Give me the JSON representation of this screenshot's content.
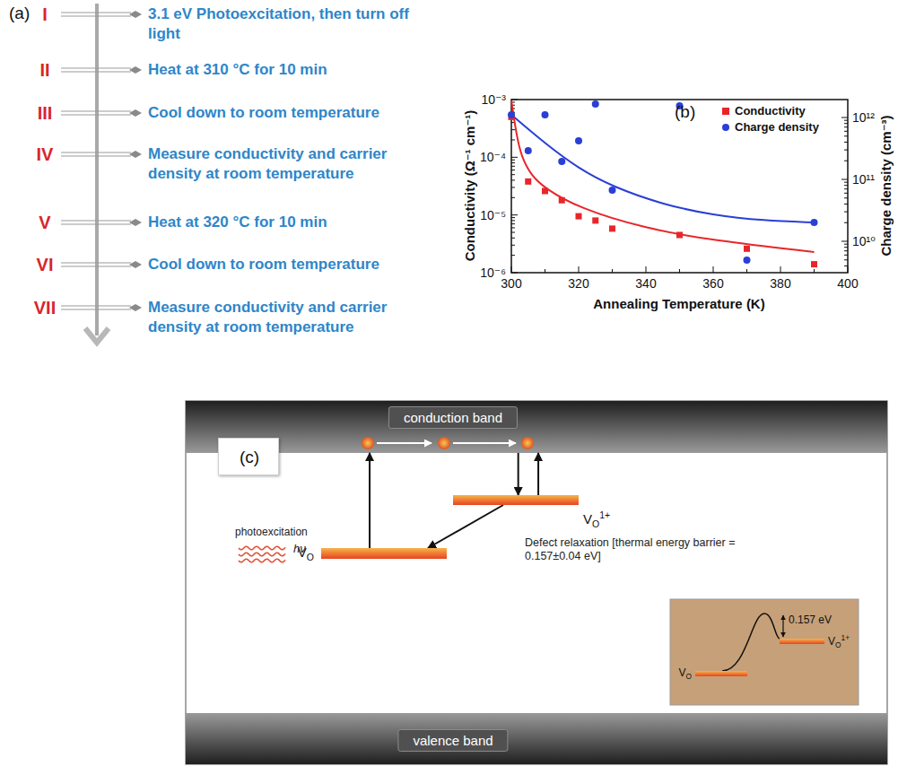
{
  "diagram": {
    "nodes": [
      {
        "text": [
          "(c)"
        ]
      },
      {
        "text": [
          "conduction band"
        ]
      },
      {
        "text": [
          "VO1+"
        ]
      },
      {
        "text": [
          "VO"
        ]
      },
      {
        "text": [
          "0.157 eV"
        ]
      },
      {
        "text": [
          "VO"
        ],
        "in": 4
      },
      {
        "text": [
          "VO1+"
        ],
        "in": 4
      },
      {
        "text": [
          "valence band"
        ]
      }
    ],
    "edges": [
      {
        "from": 3,
        "to": 1,
        "arrow": "to"
      },
      {
        "from": 1,
        "to": 2,
        "arrow": "to"
      },
      {
        "from": 2,
        "to": 1,
        "arrow": "to"
      },
      {
        "from": 2,
        "to": 3,
        "arrow": "to",
        "label": "Defect relaxation [thermal energy barrier = 0.157±0.04 eV]"
      }
    ],
    "labels": [
      "(a)",
      "I",
      "3.1 eV Photoexcitation, then turn off light",
      "II",
      "Heat at 310 °C for 10 min",
      "III",
      "Cool down to room temperature",
      "IV",
      "Measure conductivity and carrier density at room temperature",
      "V",
      "Heat at 320 °C for 10 min",
      "VI",
      "Cool down to room temperature",
      "VII",
      "Measure conductivity and carrier density at room temperature",
      "(b)",
      "10⁻³",
      "10⁻⁴",
      "10⁻⁵",
      "10⁻⁶",
      "10¹²",
      "10¹¹",
      "10¹⁰",
      "300",
      "320",
      "340",
      "360",
      "380",
      "400",
      "Conductivity (Ω⁻¹ cm⁻¹)",
      "Charge density (cm⁻³)",
      "Annealing Temperature (K)",
      "photoexcitation",
      "hν"
    ],
    "legend": [
      {
        "text": "Conductivity",
        "color": "#e8262a"
      },
      {
        "text": "Charge density",
        "color": "#2a3fd6"
      }
    ]
  }
}
